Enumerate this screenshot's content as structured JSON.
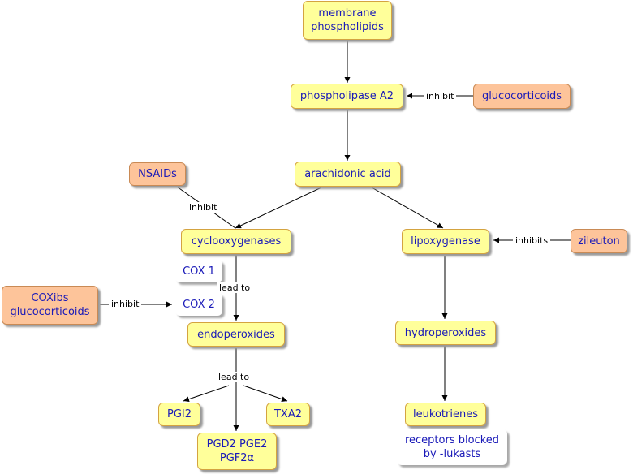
{
  "nodes": {
    "membrane_phospholipids": "membrane\nphospholipids",
    "phospholipase_a2": "phospholipase A2",
    "glucocorticoids": "glucocorticoids",
    "nsaids": "NSAIDs",
    "arachidonic_acid": "arachidonic acid",
    "cyclooxygenases": "cyclooxygenases",
    "lipoxygenase": "lipoxygenase",
    "zileuton": "zileuton",
    "cox1": "COX 1",
    "cox2": "COX 2",
    "coxibs": "COXibs\nglucocorticoids",
    "endoperoxides": "endoperoxides",
    "hydroperoxides": "hydroperoxides",
    "pgi2": "PGI2",
    "txa2": "TXA2",
    "pgd2": "PGD2 PGE2\nPGF2α",
    "leukotrienes": "leukotrienes",
    "receptors_blocked": "receptors blocked\nby -lukasts"
  },
  "edge_labels": {
    "inhibit_pla2": "inhibit",
    "inhibit_nsaids": "inhibit",
    "inhibits_zileuton": "inhibits",
    "lead_to_cox": "lead to",
    "inhibit_coxibs": "inhibit",
    "lead_to_endo": "lead to"
  },
  "colors": {
    "node_yellow": "#ffff9a",
    "node_orange": "#fdc49a",
    "text_blue": "#1a1ab8"
  }
}
